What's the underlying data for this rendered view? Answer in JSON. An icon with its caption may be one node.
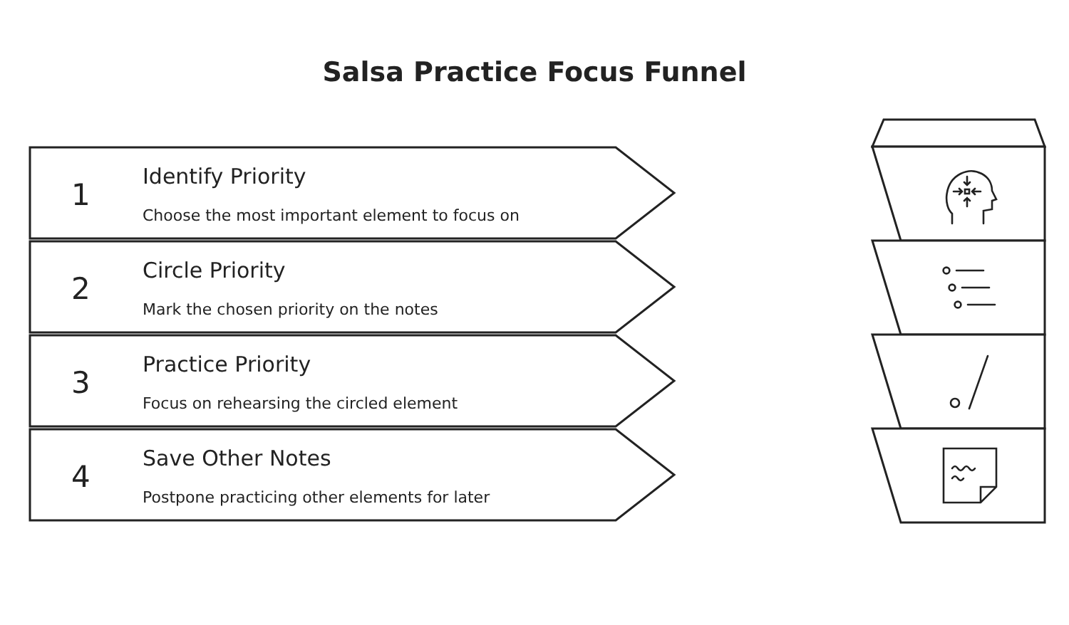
{
  "diagram": {
    "title": "Salsa Practice Focus Funnel",
    "nodes": [
      {
        "text": [
          "1",
          "Identify Priority",
          "Choose the most important element to focus on"
        ]
      },
      {
        "text": [
          "2",
          "Circle Priority",
          "Mark the chosen priority on the notes"
        ]
      },
      {
        "text": [
          "3",
          "Practice Priority",
          "Focus on rehearsing the circled element"
        ]
      },
      {
        "text": [
          "4",
          "Save Other Notes",
          "Postpone practicing other elements for later"
        ]
      }
    ],
    "edges": []
  }
}
